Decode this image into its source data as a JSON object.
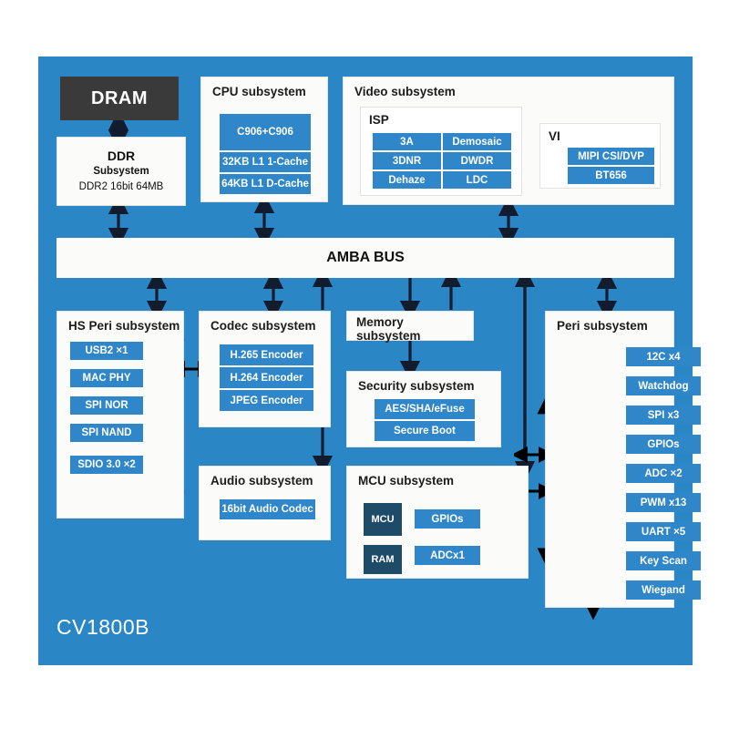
{
  "diagram": {
    "chip_label": "CV1800B",
    "bus_label": "AMBA BUS",
    "colors": {
      "panel_blue": "#2b86c5",
      "block_blue": "#2f86c8",
      "navy": "#1d4b68",
      "dram_gray": "#3a3a3a",
      "box_white": "#fbfbf9"
    }
  },
  "dram": {
    "label": "DRAM"
  },
  "ddr": {
    "line1": "DDR",
    "line2": "Subsystem",
    "line3": "DDR2 16bit 64MB"
  },
  "cpu": {
    "title": "CPU subsystem",
    "blocks": [
      "C906+C906",
      "32KB L1 1-Cache",
      "64KB L1 D-Cache"
    ]
  },
  "video": {
    "title": "Video subsystem",
    "isp": {
      "title": "ISP",
      "blocks": [
        "3A",
        "Demosaic",
        "3DNR",
        "DWDR",
        "Dehaze",
        "LDC"
      ]
    },
    "vi": {
      "title": "VI",
      "blocks": [
        "MIPI CSI/DVP",
        "BT656"
      ]
    }
  },
  "hs_peri": {
    "title": "HS Peri subsystem",
    "blocks": [
      "USB2 ×1",
      "MAC PHY",
      "SPI NOR",
      "SPI NAND",
      "SDIO 3.0 ×2"
    ]
  },
  "codec": {
    "title": "Codec subsystem",
    "blocks": [
      "H.265 Encoder",
      "H.264 Encoder",
      "JPEG Encoder"
    ]
  },
  "audio": {
    "title": "Audio subsystem",
    "blocks": [
      "16bit Audio Codec"
    ]
  },
  "memory": {
    "title": "Memory\nsubsystem"
  },
  "security": {
    "title": "Security subsystem",
    "blocks": [
      "AES/SHA/eFuse",
      "Secure Boot"
    ]
  },
  "mcu": {
    "title": "MCU subsystem",
    "cores": [
      "MCU",
      "RAM"
    ],
    "blocks": [
      "GPIOs",
      "ADCx1"
    ]
  },
  "peri": {
    "title": "Peri subsystem",
    "blocks": [
      "12C x4",
      "Watchdog",
      "SPI x3",
      "GPIOs",
      "ADC ×2",
      "PWM x13",
      "UART ×5",
      "Key Scan",
      "Wiegand"
    ]
  }
}
